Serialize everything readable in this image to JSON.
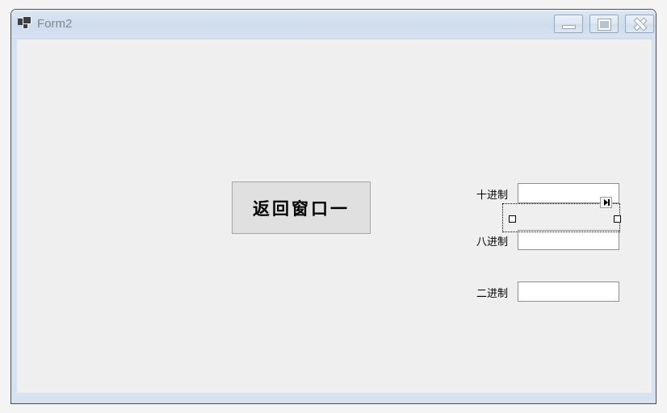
{
  "window": {
    "title": "Form2",
    "icon": "form-icon",
    "controls": [
      {
        "name": "minimize",
        "label": "Minimize"
      },
      {
        "name": "maximize",
        "label": "Maximize"
      },
      {
        "name": "close",
        "label": "Close"
      }
    ]
  },
  "colors": {
    "desktop_background": "#f4f4f4",
    "window_border": "#4a4a52",
    "window_frame": "#d6e2f0",
    "titlebar_gradient_top": "#dde7f2",
    "titlebar_gradient_bottom": "#d8e3f1",
    "title_text": "#82868d",
    "client_background": "#efefef",
    "button_face": "#e0e0e0",
    "button_border": "#a6a6a6",
    "input_background": "#ffffff",
    "input_border": "#8f8f8f",
    "selection_handle_fill": "#ffffff",
    "selection_handle_border": "#000000"
  },
  "form": {
    "return_button": {
      "label": "返回窗口一"
    },
    "fields": [
      {
        "id": "decimal",
        "label": "十进制",
        "value": "",
        "placeholder": "",
        "selected": true
      },
      {
        "id": "octal",
        "label": "八进制",
        "value": "",
        "placeholder": "",
        "selected": false
      },
      {
        "id": "binary",
        "label": "二进制",
        "value": "",
        "placeholder": "",
        "selected": false
      }
    ],
    "selection": {
      "target": "decimal",
      "smart_tag_icon": "smart-tag-triangle-icon",
      "handles": [
        "middle-left",
        "middle-right"
      ]
    }
  }
}
